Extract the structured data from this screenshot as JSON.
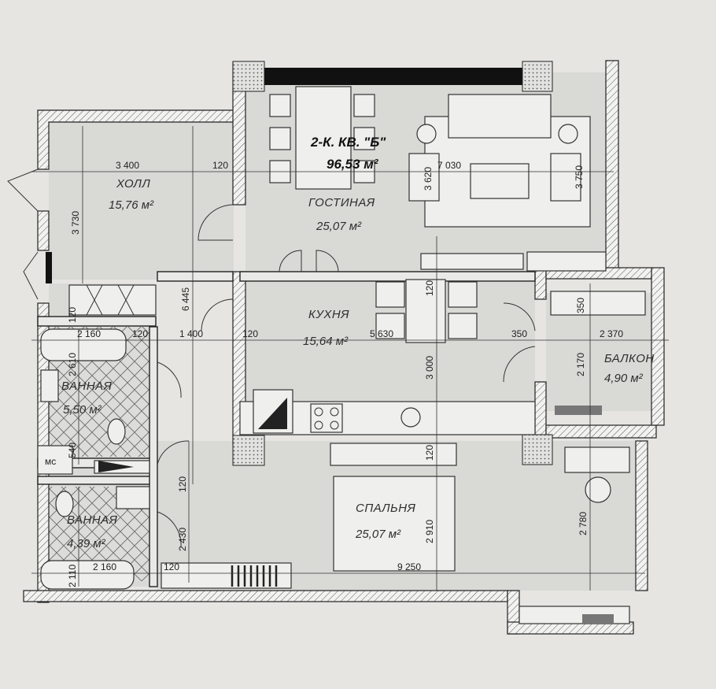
{
  "plan": {
    "title": "2-К. КВ. \"Б\"",
    "total_area": "96,53 м²",
    "rooms": [
      {
        "name": "ХОЛЛ",
        "area": "15,76 м²"
      },
      {
        "name": "ГОСТИНАЯ",
        "area": "25,07 м²"
      },
      {
        "name": "КУХНЯ",
        "area": "15,64 м²"
      },
      {
        "name": "БАЛКОН",
        "area": "4,90 м²"
      },
      {
        "name": "ВАННАЯ",
        "area": "5,50 м²"
      },
      {
        "name": "СПАЛЬНЯ",
        "area": "25,07 м²"
      },
      {
        "name": "ВАННАЯ",
        "area": "4,39 м²"
      }
    ],
    "dimensions": {
      "hall_width": "3 400",
      "hall_wall_120": "120",
      "living_width": "7 030",
      "living_side_a": "3 620",
      "living_side_b": "3 750",
      "hall_height": "3 730",
      "hall_long": "6 445",
      "kitchen_120_v": "120",
      "bath_width": "2 160",
      "bath_wall_120": "120",
      "corridor_width": "1 400",
      "kitchen_left_120": "120",
      "kitchen_width": "5 630",
      "bath1_height": "2 610",
      "bath_vertical_120": "120",
      "kitchen_height": "3 000",
      "balcony_350_v": "350",
      "balcony_350_h": "350",
      "balcony_width": "2 370",
      "balcony_height": "2 170",
      "bath_540": "540",
      "bedroom_120": "120",
      "corridor_120_v": "120",
      "bath2_height": "2 430",
      "bedroom_height": "2 910",
      "bedroom_right_height": "2 780",
      "bath2_side": "2 110",
      "bath2_width": "2 160",
      "bath2_120": "120",
      "bedroom_width": "9 250",
      "mc_label": "мс"
    }
  },
  "colors": {
    "paper": "#e6e5e1",
    "wall": "#e9e9e7",
    "floor": "#d9d9d6",
    "ink": "#222222"
  }
}
